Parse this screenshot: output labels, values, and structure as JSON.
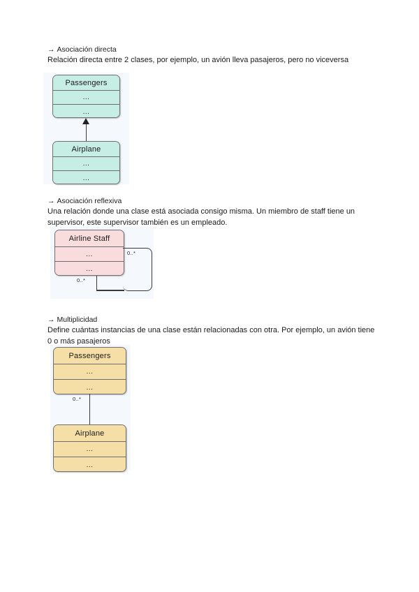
{
  "document": {
    "language": "es",
    "background_color": "#ffffff",
    "diagram_canvas_color": "#f5f9fd"
  },
  "sections": [
    {
      "id": "asociacion-directa",
      "bullet": "→",
      "heading": "Asociación directa",
      "body": "Relación directa entre 2 clases, por ejemplo, un avión lleva pasajeros, pero no viceversa",
      "diagram": {
        "kind": "uml-class-diagram",
        "palette_color": "#c6eee4",
        "connector": "directed-arrow-up",
        "classes": [
          {
            "name": "Passengers",
            "rows": [
              "...",
              "..."
            ]
          },
          {
            "name": "Airplane",
            "rows": [
              "...",
              "..."
            ]
          }
        ],
        "multiplicities": []
      }
    },
    {
      "id": "asociacion-reflexiva",
      "bullet": "→",
      "heading": "Asociación reflexiva",
      "body": "Una relación donde una clase está asociada consigo misma. Un miembro de staff tiene un supervisor, este supervisor también es un empleado.",
      "diagram": {
        "kind": "uml-self-association",
        "palette_color": "#f9dcdc",
        "connector": "self-loop",
        "classes": [
          {
            "name": "Airline Staff",
            "rows": [
              "...",
              "..."
            ]
          }
        ],
        "multiplicities": [
          "0..*",
          "0..*"
        ]
      }
    },
    {
      "id": "multiplicidad",
      "bullet": "→",
      "heading": "Multiplicidad",
      "body": "Define cuántas instancias de una clase están relacionadas con otra. Por ejemplo, un avión tiene 0 o más pasajeros",
      "diagram": {
        "kind": "uml-class-diagram",
        "palette_color": "#f6dfa7",
        "connector": "plain-line",
        "classes": [
          {
            "name": "Passengers",
            "rows": [
              "...",
              "..."
            ]
          },
          {
            "name": "Airplane",
            "rows": [
              "...",
              "..."
            ]
          }
        ],
        "multiplicities": [
          "0..*"
        ]
      }
    }
  ]
}
